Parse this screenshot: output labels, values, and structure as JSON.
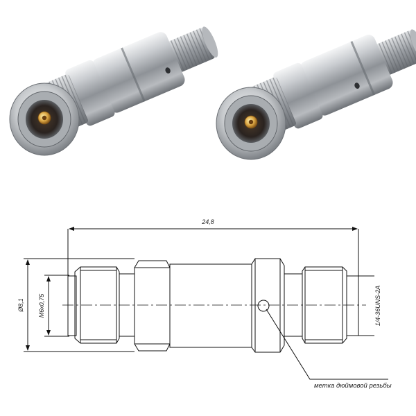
{
  "photos": [
    {
      "name": "connector-photo-left"
    },
    {
      "name": "connector-photo-right"
    }
  ],
  "drawing": {
    "overall_length": "24,8",
    "body_diameter": "Ø8,1",
    "thread_metric": "M6x0,75",
    "thread_inch": "1/4-36UNS-2A",
    "note": "метка дюймовой резьбы"
  },
  "colors": {
    "line": "#111111",
    "metal_light": "#e9eaec",
    "metal_dark": "#7c8086"
  }
}
